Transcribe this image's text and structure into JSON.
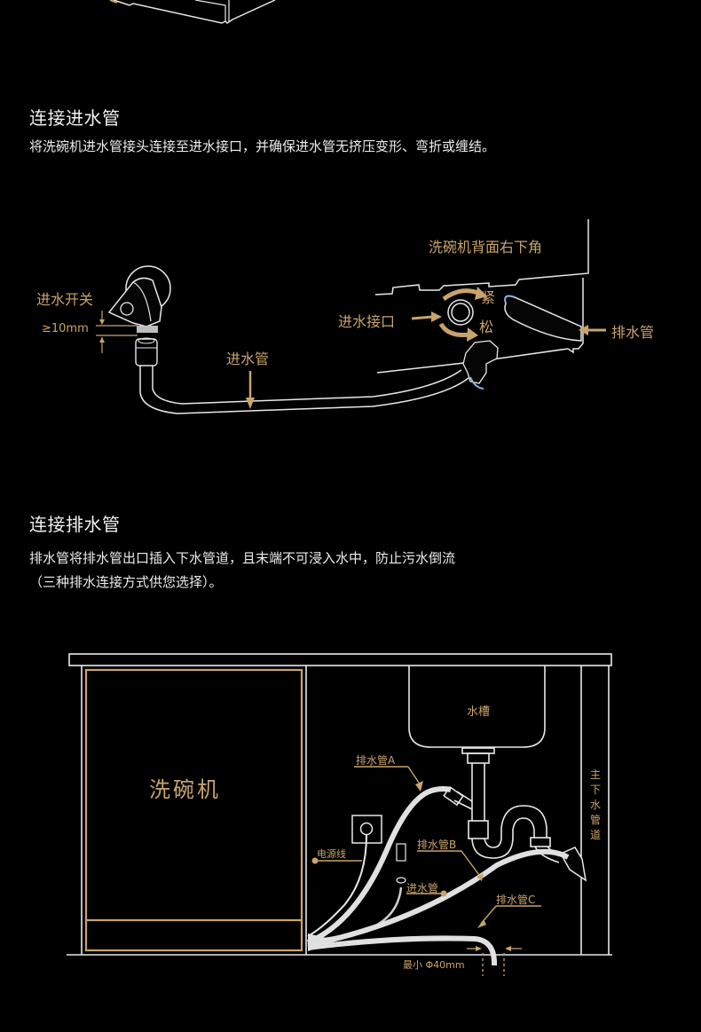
{
  "section_inlet": {
    "title": "连接进水管",
    "description": "将洗碗机进水管接头连接至进水接口，并确保进水管无挤压变形、弯折或缠结。",
    "diagram": {
      "valve_label": "进水开关",
      "clearance_label": "≥10mm",
      "hose_label": "进水管",
      "corner_label": "洗碗机背面右下角",
      "port_label": "进水接口",
      "tighten_label": "紧",
      "loosen_label": "松",
      "drain_label": "排水管"
    }
  },
  "section_drain": {
    "title": "连接排水管",
    "description_line1": "排水管将排水管出口插入下水管道，且末端不可浸入水中，防止污水倒流",
    "description_line2": "（三种排水连接方式供您选择）。",
    "diagram": {
      "dishwasher_label": "洗碗机",
      "sink_label": "水槽",
      "main_drain_label": [
        "主",
        "下",
        "水",
        "管",
        "道"
      ],
      "drain_a_label": "排水管A",
      "drain_b_label": "排水管B",
      "drain_c_label": "排水管C",
      "power_label": "电源线",
      "inlet_label": "进水管",
      "min_diameter_label": "最小 Φ40mm"
    }
  },
  "colors": {
    "background": "#000000",
    "accent_gold": "#c9a46a",
    "line_white": "#e8e8e8"
  }
}
